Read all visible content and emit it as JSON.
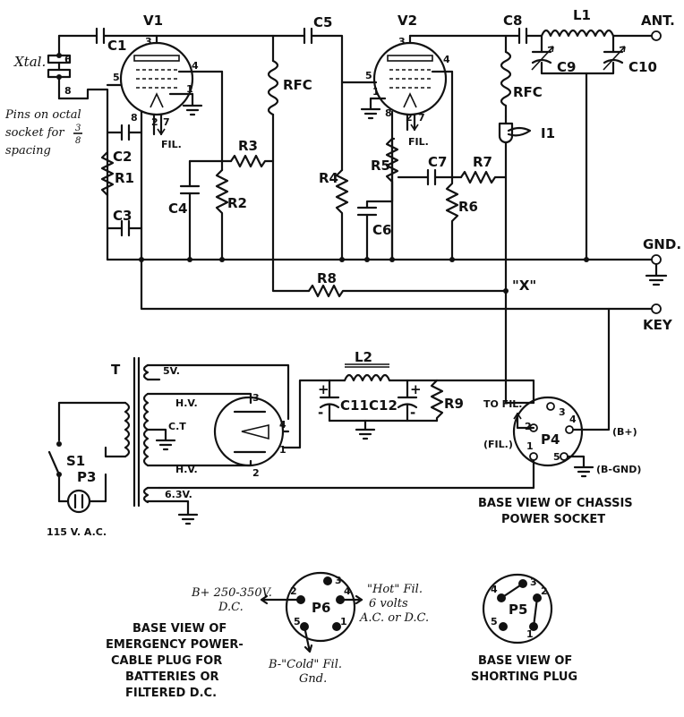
{
  "labels": {
    "V1": "V1",
    "V2": "V2",
    "C1": "C1",
    "C2": "C2",
    "C3": "C3",
    "C4": "C4",
    "C5": "C5",
    "C6": "C6",
    "C7": "C7",
    "C8": "C8",
    "C9": "C9",
    "C10": "C10",
    "C11": "C11",
    "C12": "C12",
    "R1": "R1",
    "R2": "R2",
    "R3": "R3",
    "R4": "R4",
    "R5": "R5",
    "R6": "R6",
    "R7": "R7",
    "R8": "R8",
    "R9": "R9",
    "L1": "L1",
    "L2": "L2",
    "RFC1": "RFC",
    "RFC2": "RFC",
    "I1": "I1",
    "T": "T",
    "S1": "S1",
    "P3": "P3",
    "P4": "P4",
    "P5": "P5",
    "P6": "P6",
    "ANT": "ANT.",
    "GND": "GND.",
    "KEY": "KEY",
    "X": "\"X\"",
    "FIL1": "FIL.",
    "FIL2": "FIL.",
    "xtal": "Xtal.",
    "five_v": "5V.",
    "hv_top": "H.V.",
    "ct": "C.T",
    "hv_bot": "H.V.",
    "six_v": "6.3V.",
    "ac_in": "115 V. A.C.",
    "to_fil": "TO FIL.",
    "fil_paren": "(FIL.)",
    "b_plus": "(B+)",
    "b_gnd": "(B-GND)"
  },
  "notes": {
    "pins_line1": "Pins on octal",
    "pins_line2": "socket for",
    "pins_frac_num": "3",
    "pins_frac_den": "8",
    "pins_line3": "spacing"
  },
  "captions": {
    "p4_line1": "BASE VIEW OF CHASSIS",
    "p4_line2": "POWER SOCKET",
    "p6_line1": "BASE VIEW OF",
    "p6_line2": "EMERGENCY POWER-",
    "p6_line3": "CABLE PLUG FOR",
    "p6_line4": "BATTERIES OR",
    "p6_line5": "FILTERED D.C.",
    "p5_line1": "BASE VIEW OF",
    "p5_line2": "SHORTING PLUG"
  },
  "p6_text": {
    "bplus_1": "B+ 250-350V.",
    "bplus_2": "D.C.",
    "hot_1": "\"Hot\" Fil.",
    "hot_2": "6 volts",
    "hot_3": "A.C. or D.C.",
    "cold_1": "B-\"Cold\" Fil.",
    "cold_2": "Gnd."
  },
  "pins": {
    "v1": [
      "3",
      "4",
      "5",
      "1",
      "8",
      "2",
      "7"
    ],
    "v2": [
      "3",
      "4",
      "5",
      "1",
      "8",
      "2",
      "7"
    ],
    "rect": [
      "3",
      "4",
      "1",
      "2"
    ],
    "xtal": [
      "6",
      "8"
    ],
    "p4": [
      "3",
      "2",
      "4",
      "1",
      "5"
    ],
    "p6": [
      "3",
      "4",
      "2",
      "5",
      "1"
    ],
    "p5": [
      "3",
      "4",
      "2",
      "5",
      "1"
    ]
  },
  "polarity": {
    "plus": "+",
    "minus": "-"
  }
}
